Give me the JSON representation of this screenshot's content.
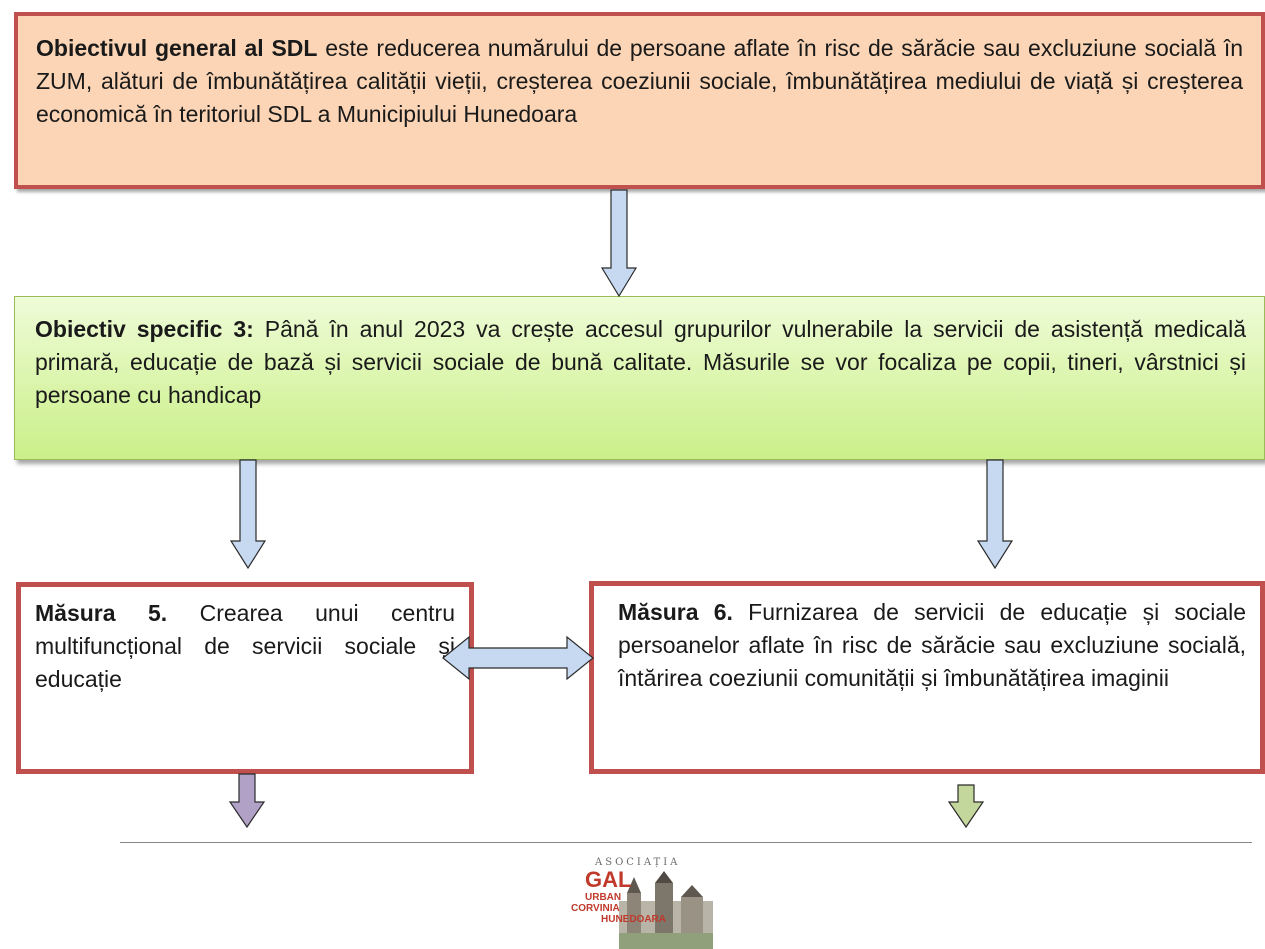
{
  "goal": {
    "bold": "Obiectivul general al SDL",
    "text": " este reducerea numărului de persoane aflate în risc de sărăcie sau excluziune socială în ZUM, alături de îmbunătățirea calității vieții, creșterea coeziunii sociale, îmbunătățirea mediului de viață și creșterea economică în teritoriul SDL a Municipiului Hunedoara"
  },
  "specific": {
    "bold": "Obiectiv specific 3:",
    "text": " Până în anul 2023 va crește accesul grupurilor vulnerabile la servicii de asistență medicală primară, educație de bază și servicii sociale de bună calitate. Măsurile se vor focaliza pe copii, tineri, vârstnici și persoane cu handicap"
  },
  "measure5": {
    "bold": "Măsura 5.",
    "text": " Crearea unui centru multifuncțional de servicii sociale și educație"
  },
  "measure6": {
    "bold": "Măsura 6.",
    "text": " Furnizarea de servicii de educație și sociale persoanelor aflate în risc de sărăcie sau excluziune socială, întărirea coeziunii comunității și îmbunătățirea imaginii"
  },
  "logo": {
    "association": "ASOCIAȚIA",
    "gal": "GAL",
    "urban": "URBAN",
    "corvinia": "CORVINIA",
    "hunedoara": "HUNEDOARA"
  },
  "colors": {
    "goal_fill": "#fbd5b5",
    "box_border": "#c0504d",
    "specific_fill": "#d8f4a6",
    "arrow_blue": "#c6d9f1",
    "arrow_purple": "#b2a1c7",
    "arrow_green": "#c3d69b"
  }
}
